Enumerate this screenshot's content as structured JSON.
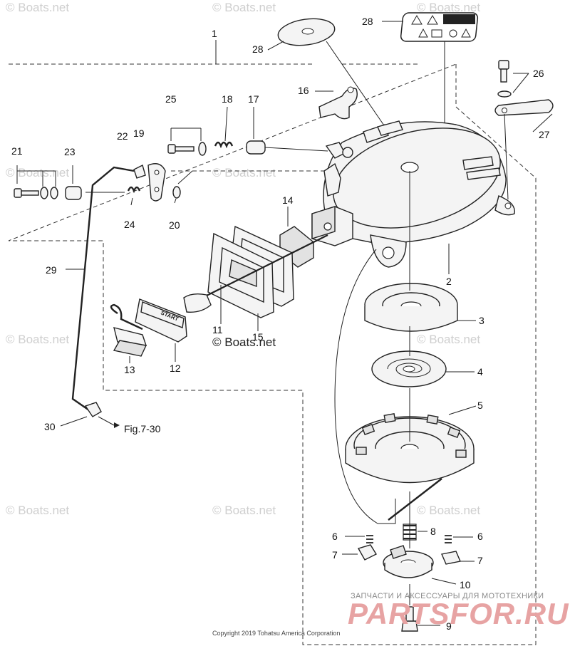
{
  "diagram": {
    "callouts": [
      {
        "id": "c1",
        "label": "1"
      },
      {
        "id": "c2",
        "label": "2"
      },
      {
        "id": "c3",
        "label": "3"
      },
      {
        "id": "c4",
        "label": "4"
      },
      {
        "id": "c5",
        "label": "5"
      },
      {
        "id": "c6a",
        "label": "6"
      },
      {
        "id": "c6b",
        "label": "6"
      },
      {
        "id": "c7a",
        "label": "7"
      },
      {
        "id": "c7b",
        "label": "7"
      },
      {
        "id": "c8",
        "label": "8"
      },
      {
        "id": "c9",
        "label": "9"
      },
      {
        "id": "c10",
        "label": "10"
      },
      {
        "id": "c11",
        "label": "11"
      },
      {
        "id": "c12",
        "label": "12"
      },
      {
        "id": "c13",
        "label": "13"
      },
      {
        "id": "c14",
        "label": "14"
      },
      {
        "id": "c15",
        "label": "15"
      },
      {
        "id": "c16",
        "label": "16"
      },
      {
        "id": "c17",
        "label": "17"
      },
      {
        "id": "c18",
        "label": "18"
      },
      {
        "id": "c19",
        "label": "19"
      },
      {
        "id": "c20",
        "label": "20"
      },
      {
        "id": "c21",
        "label": "21"
      },
      {
        "id": "c22",
        "label": "22"
      },
      {
        "id": "c23",
        "label": "23"
      },
      {
        "id": "c24",
        "label": "24"
      },
      {
        "id": "c25",
        "label": "25"
      },
      {
        "id": "c26",
        "label": "26"
      },
      {
        "id": "c27",
        "label": "27"
      },
      {
        "id": "c28a",
        "label": "28"
      },
      {
        "id": "c28b",
        "label": "28"
      },
      {
        "id": "c29",
        "label": "29"
      },
      {
        "id": "c30",
        "label": "30"
      }
    ],
    "figure_reference": "Fig.7-30",
    "handle_text": "START",
    "watermark": "© Boats.net",
    "center_watermark": "© Boats.net",
    "copyright": "Copyright 2019 Tohatsu America Corporation",
    "brand": {
      "subtitle": "ЗАПЧАСТИ И АКСЕССУАРЫ ДЛЯ МОТОТЕХНИКИ",
      "name": "PARTSFOR.RU",
      "color": "#e7a3a3"
    }
  }
}
